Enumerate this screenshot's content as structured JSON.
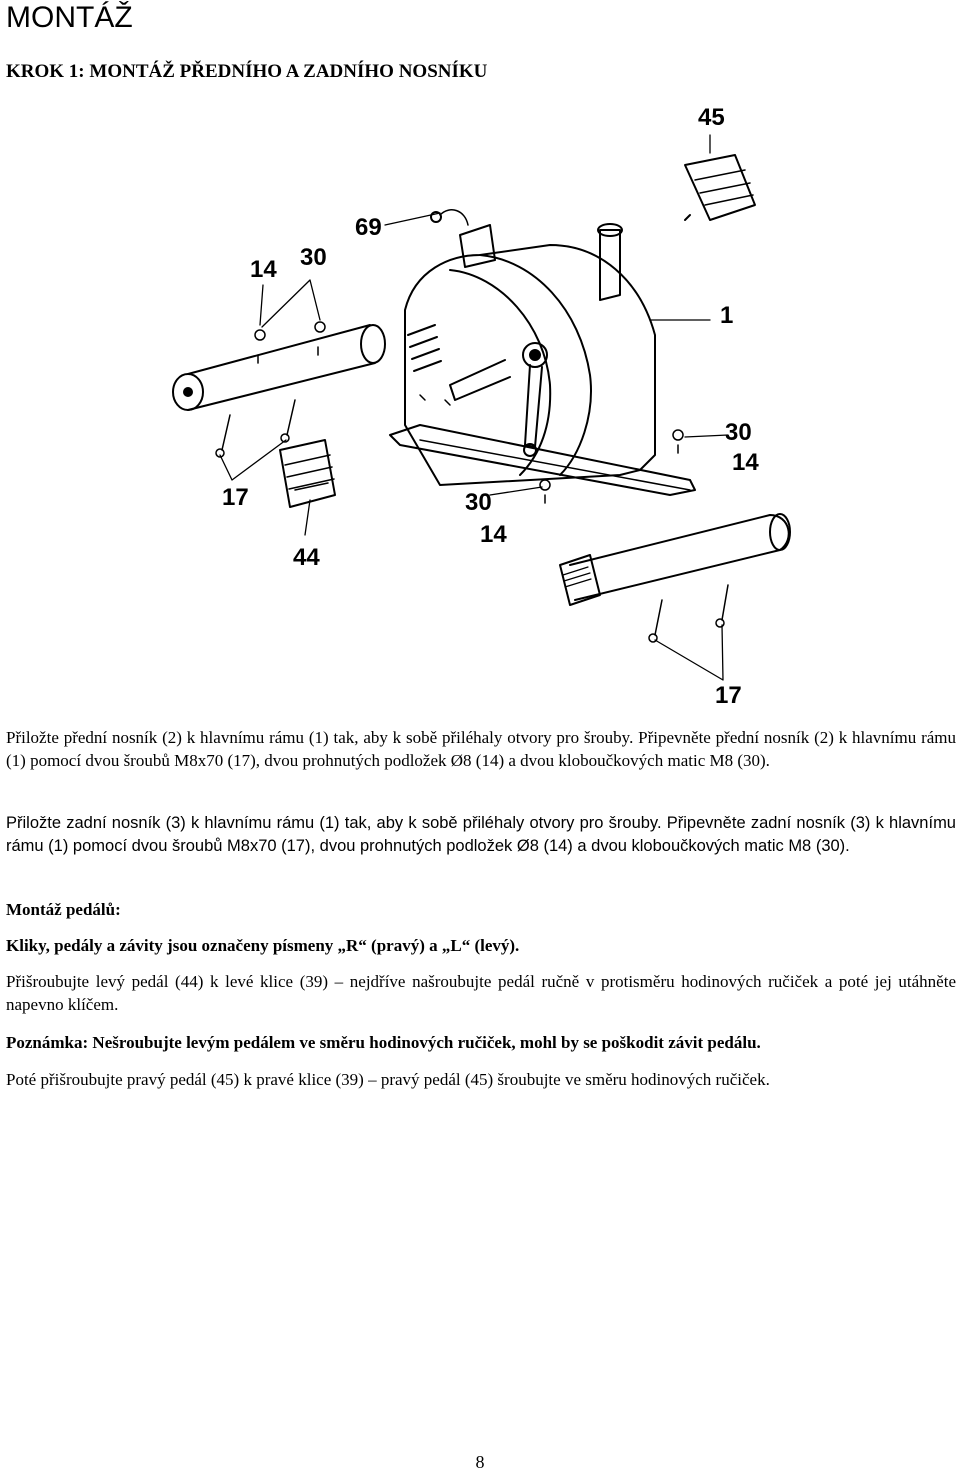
{
  "page": {
    "title": "MONTÁŽ",
    "step_title": "KROK 1: MONTÁŽ PŘEDNÍHO A ZADNÍHO NOSNÍKU",
    "page_number": "8"
  },
  "figure": {
    "callouts": [
      "45",
      "69",
      "14",
      "30",
      "1",
      "30",
      "14",
      "17",
      "30",
      "14",
      "44",
      "17"
    ]
  },
  "paragraphs": {
    "p1": "Přiložte přední nosník (2) k hlavnímu rámu (1) tak, aby k sobě přiléhaly otvory pro šrouby. Připevněte přední nosník (2) k hlavnímu rámu (1) pomocí dvou šroubů M8x70 (17), dvou prohnutých podložek Ø8 (14) a dvou kloboučkových matic M8 (30).",
    "p2": "Přiložte zadní nosník (3) k hlavnímu rámu (1) tak, aby k sobě přiléhaly otvory pro šrouby. Připevněte zadní nosník (3) k hlavnímu rámu (1) pomocí dvou šroubů M8x70 (17), dvou prohnutých podložek Ø8 (14) a dvou kloboučkových matic M8 (30).",
    "pedal_heading": "Montáž pedálů:",
    "pedal_marking": "Kliky, pedály a závity jsou označeny písmeny „R“ (pravý) a „L“ (levý).",
    "p3": "Přišroubujte levý pedál (44) k levé klice (39) – nejdříve našroubujte pedál ručně v protisměru hodinových ručiček a poté jej utáhněte napevno klíčem.",
    "note": "Poznámka: Nešroubujte levým pedálem ve směru hodinových ručiček, mohl by se poškodit závit pedálu.",
    "p4": "Poté přišroubujte pravý pedál (45) k pravé klice (39) – pravý pedál (45) šroubujte ve směru hodinových ručiček."
  }
}
